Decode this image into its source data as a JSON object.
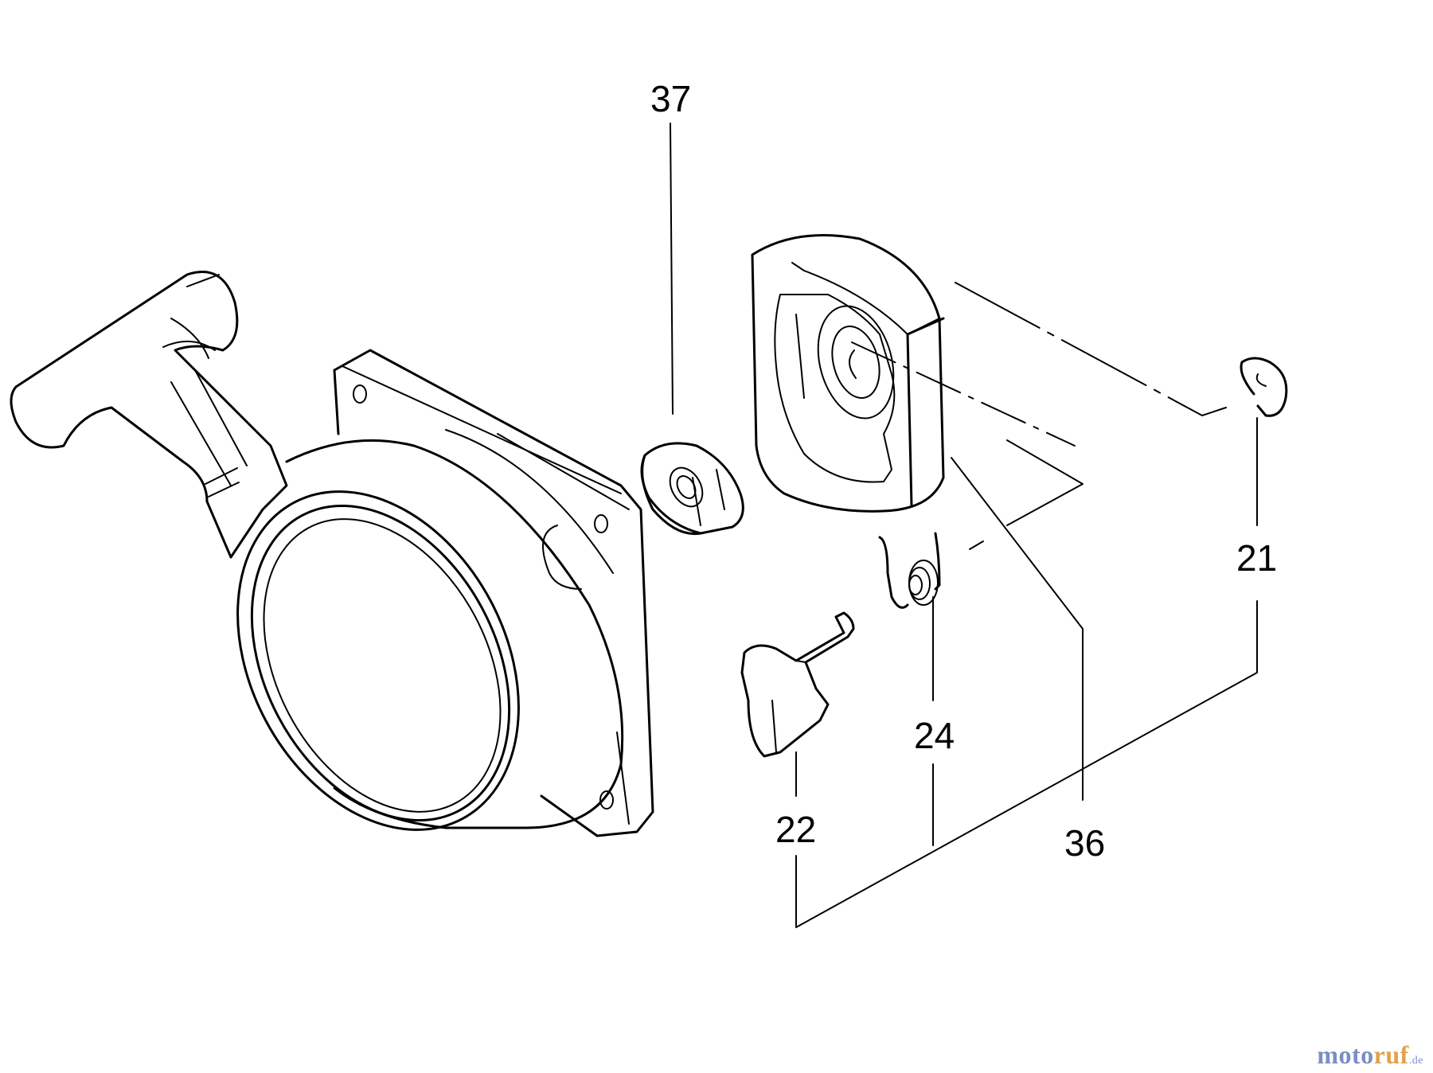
{
  "diagram": {
    "parts": [
      {
        "id": "starter-housing",
        "name": "starter housing with handle"
      },
      {
        "id": "part-37",
        "number": "37"
      },
      {
        "id": "part-36",
        "number": "36"
      },
      {
        "id": "part-21",
        "number": "21"
      },
      {
        "id": "part-24",
        "number": "24"
      },
      {
        "id": "part-22",
        "number": "22"
      }
    ],
    "callouts": {
      "c37": "37",
      "c36": "36",
      "c21": "21",
      "c24": "24",
      "c22": "22"
    }
  },
  "watermark": {
    "main_a": "moto",
    "main_b": "ruf",
    "suffix": ".de"
  }
}
